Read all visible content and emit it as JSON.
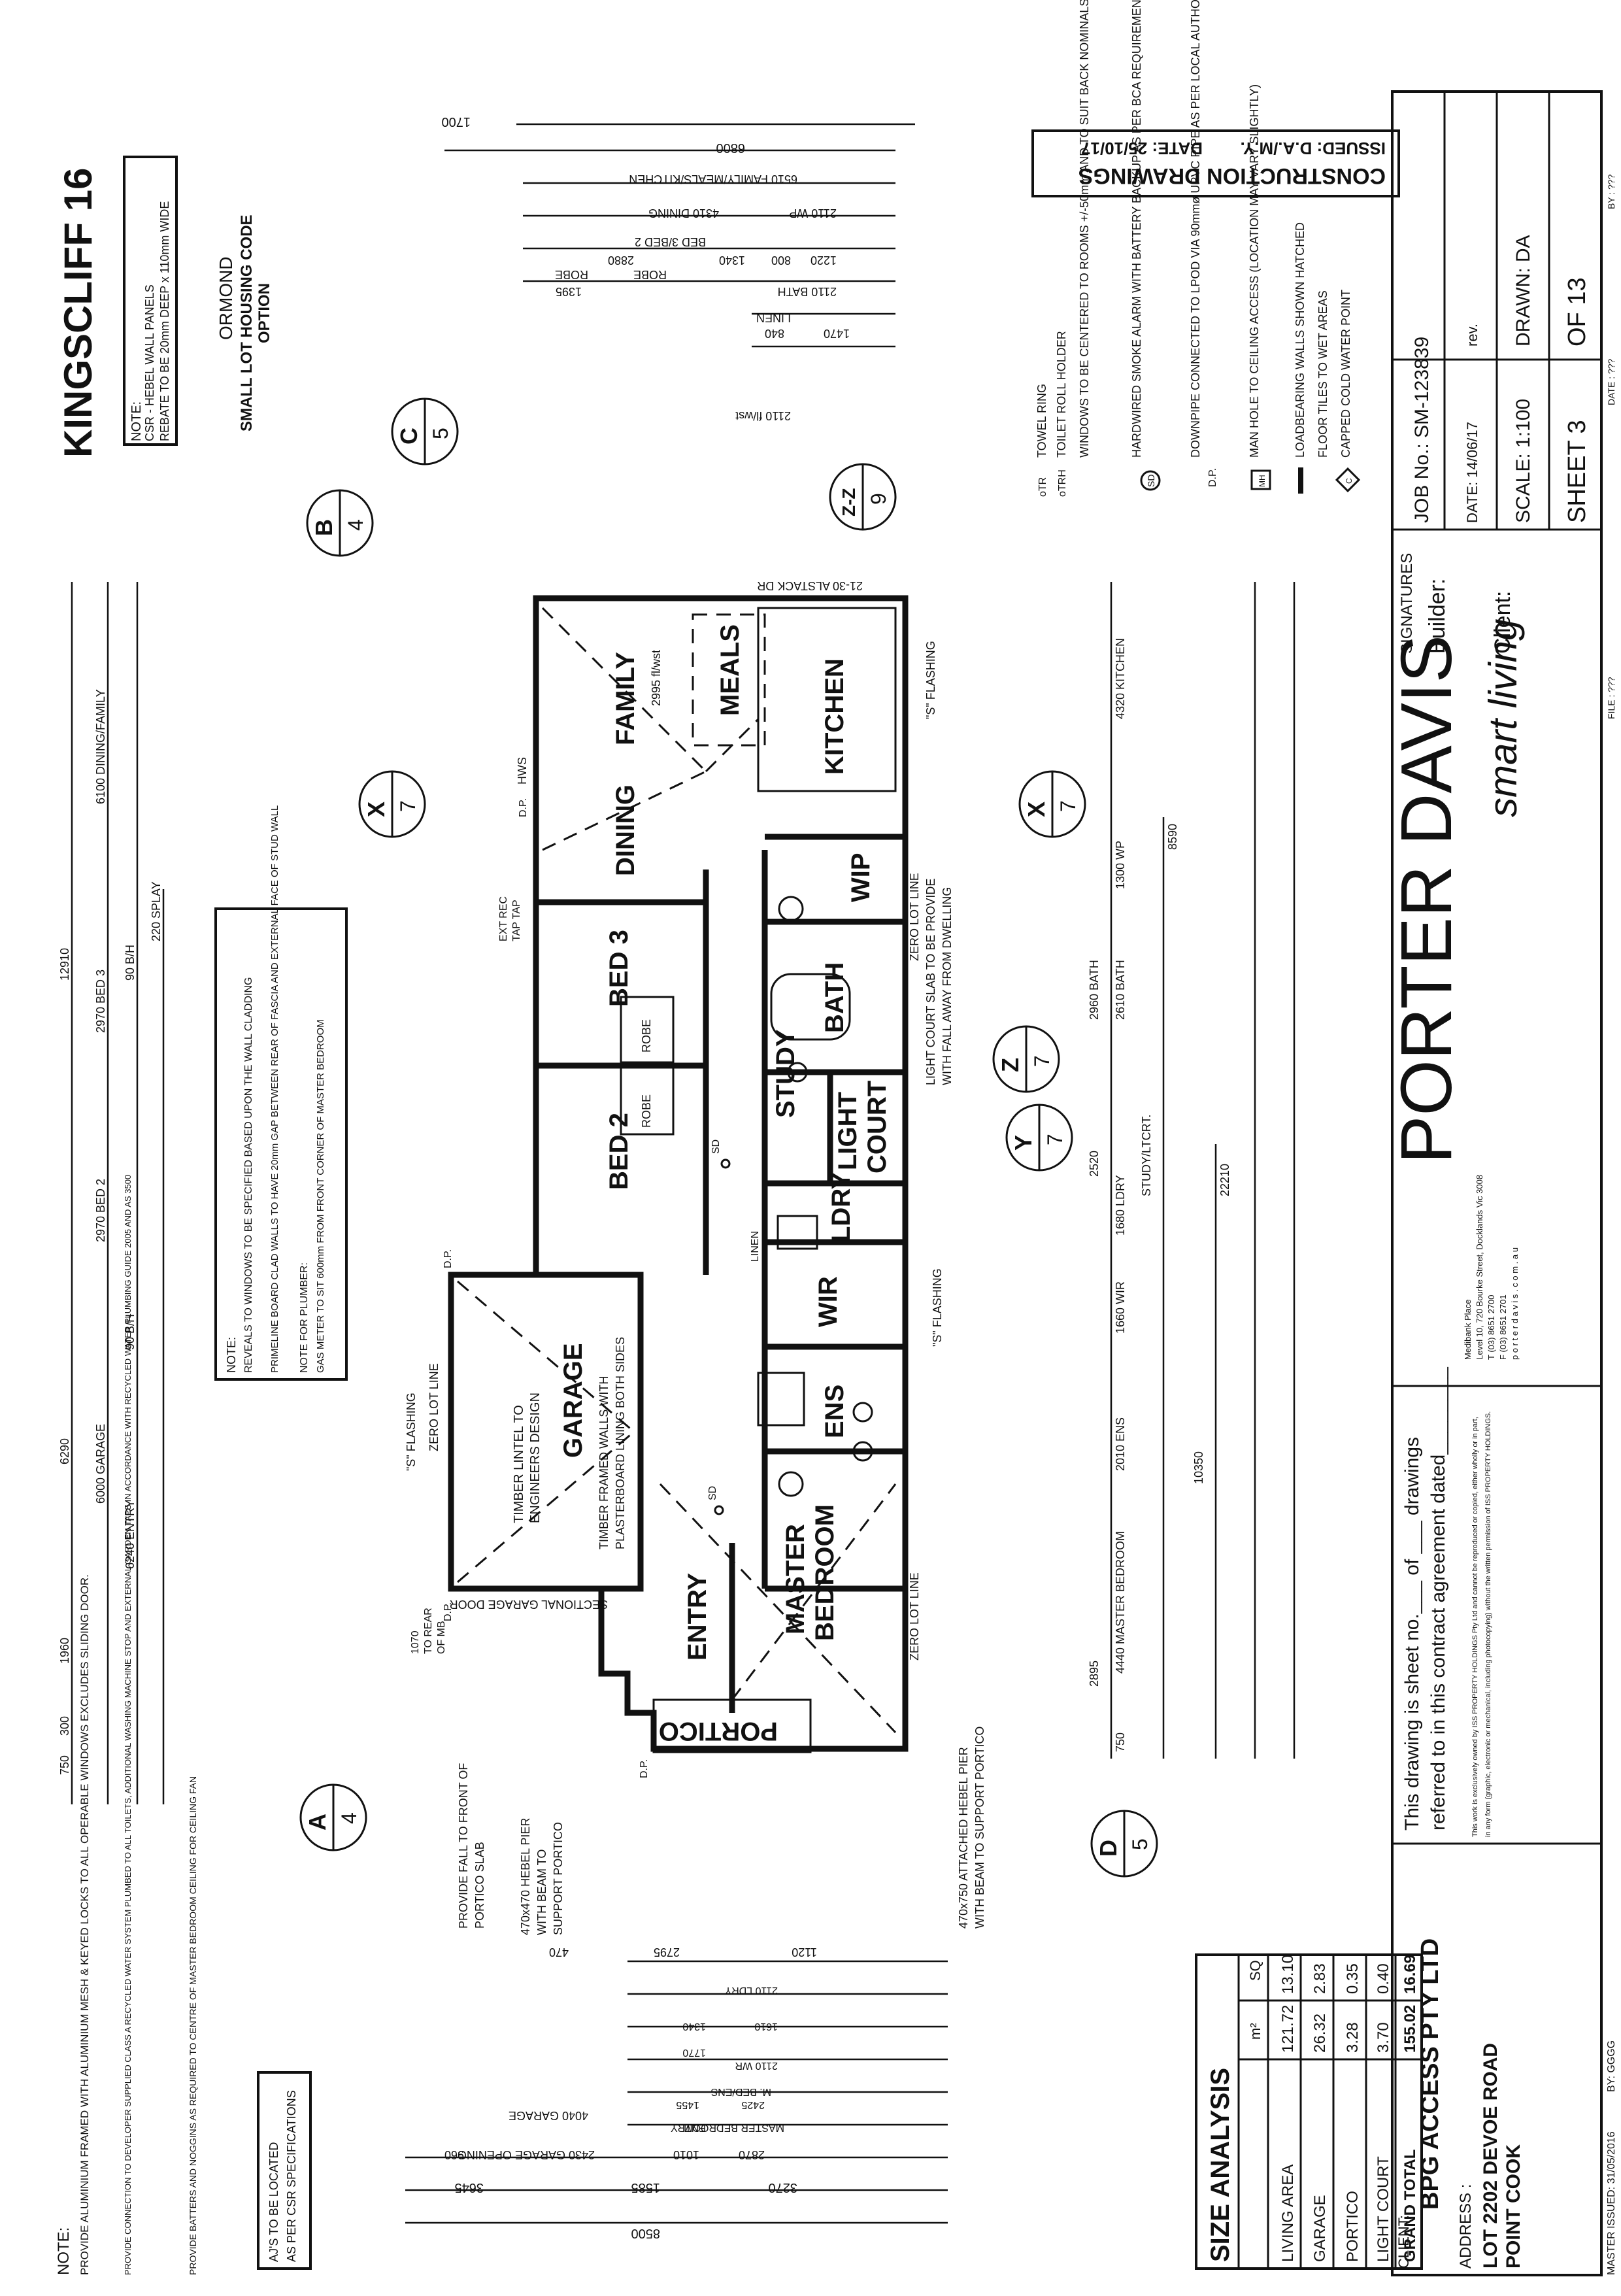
{
  "title": {
    "name": "KINGSCLIFF 16",
    "note_label": "NOTE:",
    "note_lines": [
      "CSR - HEBEL WALL PANELS",
      "REBATE TO BE 20mm DEEP x 110mm WIDE"
    ],
    "facade": "ORMOND",
    "code_line1": "SMALL LOT HOUSING CODE",
    "code_line2": "OPTION"
  },
  "issue": {
    "heading": "CONSTRUCTION DRAWINGS",
    "issued": "ISSUED: D.A./M.Y.",
    "date": "DATE: 25/10/17"
  },
  "legend": [
    {
      "sym": "oTR",
      "text": "TOWEL RING"
    },
    {
      "sym": "oTRH",
      "text": "TOILET ROLL HOLDER"
    },
    {
      "sym": "",
      "text": "WINDOWS TO BE CENTERED TO ROOMS +/-50mm AND TO SUIT BACK NOMINALS UNLESS DIMENSIONED"
    },
    {
      "sym": "SD",
      "text": "HARDWIRED SMOKE ALARM WITH BATTERY BACKUP AS PER BCA REQUIREMENTS"
    },
    {
      "sym": "D.P.",
      "text": "DOWNPIPE CONNECTED TO LPOD VIA 90mmø UPVC PIPE AS PER LOCAL AUTHORITIES REQUIREMENTS"
    },
    {
      "sym": "MH",
      "text": "MAN HOLE TO CEILING ACCESS (LOCATION MAY VARY SLIGHTLY)"
    },
    {
      "sym": "",
      "text": "LOADBEARING WALLS SHOWN HATCHED"
    },
    {
      "sym": "",
      "text": "FLOOR TILES TO WET AREAS"
    },
    {
      "sym": "C",
      "text": "CAPPED COLD WATER POINT"
    }
  ],
  "notes_left": {
    "heading": "NOTE:",
    "items": [
      "PROVIDE ALUMINIUM FRAMED WITH ALUMINIUM MESH & KEYED LOCKS TO ALL OPERABLE WINDOWS EXCLUDES SLIDING DOOR.",
      "PROVIDE CONNECTION TO DEVELOPER SUPPLIED CLASS A RECYCLED WATER SYSTEM PLUMBED TO ALL TOILETS, ADDITIONAL WASHING MACHINE STOP AND EXTERNAL GARDEN TAPS IN ACCORDANCE WITH RECYCLED WATER PLUMBING GUIDE 2005 AND AS 3500",
      "PROVIDE BATTERS AND NOGGINS AS REQUIRED TO CENTRE OF MASTER BEDROOM CEILING FOR CEILING FAN"
    ],
    "ajs": [
      "AJ'S TO BE LOCATED",
      "AS PER CSR SPECIFICATIONS"
    ]
  },
  "notes_mid": {
    "heading": "NOTE:",
    "items": [
      "REVEALS TO WINDOWS TO BE SPECIFIED BASED UPON THE WALL CLADDING",
      "PRIMELINE BOARD CLAD WALLS TO HAVE 20mm GAP BETWEEN REAR OF FASCIA AND EXTERNAL FACE OF STUD WALL"
    ],
    "plumber_heading": "NOTE FOR PLUMBER:",
    "plumber": "GAS METER TO SIT 600mm FROM FRONT CORNER OF MASTER BEDROOM"
  },
  "rooms": {
    "garage": "GARAGE",
    "entry": "ENTRY",
    "master": "MASTER",
    "bedroom": "BEDROOM",
    "portico": "PORTICO",
    "bed2": "BED 2",
    "bed3": "BED 3",
    "study": "STUDY",
    "light": "LIGHT",
    "court": "COURT",
    "bath": "BATH",
    "ens": "ENS",
    "wir": "WIR",
    "wip": "WIP",
    "ldry": "LDRY",
    "dining": "DINING",
    "family": "FAMILY",
    "kitchen": "KITCHEN",
    "meals": "MEALS",
    "robe": "ROBE",
    "linen": "LINEN"
  },
  "plan_labels": {
    "timber_lintel": [
      "TIMBER LINTEL TO",
      "ENGINEERS DESIGN"
    ],
    "timber_framed": [
      "TIMBER FRAMED WALLS WITH",
      "PLASTERBOARD LINING BOTH SIDES"
    ],
    "sectional_door": "SECTIONAL GARAGE DOOR",
    "zero_lot": "ZERO LOT LINE",
    "s_flashing": "\"S\" FLASHING",
    "provide_fall": [
      "PROVIDE FALL TO FRONT OF",
      "PORTICO SLAB"
    ],
    "hebel_pier": [
      "470x470 HEBEL PIER",
      "WITH BEAM TO",
      "SUPPORT PORTICO"
    ],
    "attached_pier": [
      "470x750 ATTACHED HEBEL PIER",
      "WITH BEAM TO SUPPORT PORTICO"
    ],
    "light_court_slab": [
      "LIGHT COURT SLAB TO BE PROVIDE",
      "WITH FALL AWAY FROM DWELLING"
    ],
    "alstack": "21-30 ALSTACK DR",
    "ext_rec": [
      "EXT REC",
      "TAP TAP"
    ],
    "hws": "HWS",
    "dp": "D.P.",
    "sd": "SD",
    "ceiling_dining": "2995 fl/wst",
    "window_stack": "2110 fl/wst",
    "to_rear": [
      "1070",
      "TO REAR",
      "OF MB"
    ]
  },
  "dims_left": {
    "overall": "8500",
    "d1": "3645",
    "d2": "1585",
    "d3": "3270",
    "garage_opening": "2430 GARAGE OPENING",
    "garage_depth": "4040 GARAGE",
    "master": "2870",
    "master_label": "MASTER BEDROOM",
    "entry": "ENTRY",
    "ens": "M. BED/ENS",
    "wr": "2110 WR",
    "ldry": "2110 LDRY",
    "r1": "1010",
    "r2": "2425",
    "r3": "1455",
    "r4": "1770",
    "r5": "1610",
    "r6": "1340",
    "r7": "960",
    "r8": "2795",
    "r9": "470",
    "r10": "1120"
  },
  "dims_right": {
    "overall": "6800",
    "d1": "1700",
    "family": "6510 FAMILY/MEALS/KITCHEN",
    "dining": "4310 DINING",
    "bed3": "BED 3/BED 2",
    "wp": "2110 WP",
    "bath": "2110 BATH",
    "linen": "LINEN",
    "robe": "ROBE",
    "r1": "2880",
    "r2": "1340",
    "r3": "1220",
    "r4": "800",
    "r5": "1395",
    "r6": "840",
    "r7": "1470"
  },
  "dims_top": {
    "d750": "750",
    "d300": "300",
    "d1960": "1960",
    "d6290": "6290",
    "d12910": "12910",
    "entry": "6240 ENTRY",
    "garage": "6000 GARAGE",
    "bed2": "2970 BED 2",
    "bed3": "2970 BED 3",
    "dining_family": "6100 DINING/FAMILY",
    "splay": "220 SPLAY",
    "bh1": "90 B/H",
    "bh2": "90 B/H"
  },
  "dims_bottom": {
    "d750": "750",
    "master": "4440 MASTER BEDROOM",
    "ens": "2010 ENS",
    "wir": "1660 WIR",
    "ldry": "1680 LDRY",
    "bath": "2610 BATH",
    "wp": "1300 WP",
    "kitchen": "4320 KITCHEN",
    "d2895": "2895",
    "d10350": "10350",
    "d2960": "2960 BATH",
    "d2520": "2520",
    "study": "STUDY/LTCRT.",
    "d8590": "8590",
    "d22210": "22210"
  },
  "sections": [
    {
      "letter": "A",
      "num": "4"
    },
    {
      "letter": "B",
      "num": "4"
    },
    {
      "letter": "C",
      "num": "5"
    },
    {
      "letter": "D",
      "num": "5"
    },
    {
      "letter": "X",
      "num": "7"
    },
    {
      "letter": "X",
      "num": "7"
    },
    {
      "letter": "Y",
      "num": "7"
    },
    {
      "letter": "Z",
      "num": "7"
    },
    {
      "letter": "Z-Z",
      "num": "9"
    }
  ],
  "size_analysis": {
    "heading": "SIZE ANALYSIS",
    "col_m2": "m²",
    "col_sq": "SQ",
    "rows": [
      {
        "name": "LIVING AREA",
        "m2": "121.72",
        "sq": "13.10"
      },
      {
        "name": "GARAGE",
        "m2": "26.32",
        "sq": "2.83"
      },
      {
        "name": "PORTICO",
        "m2": "3.28",
        "sq": "0.35"
      },
      {
        "name": "LIGHT COURT",
        "m2": "3.70",
        "sq": "0.40"
      },
      {
        "name": "GRAND TOTAL",
        "m2": "155.02",
        "sq": "16.69"
      }
    ]
  },
  "client": {
    "label": "CLIENT:",
    "name": "BPG ACCESS PTY LTD",
    "address_label": "ADDRESS :",
    "address1": "LOT 2202 DEVOE ROAD",
    "address2": "POINT COOK",
    "issued": "MASTER ISSUED: 31/05/2016",
    "by": "BY: GGGG"
  },
  "contract": {
    "line1": "This drawing is sheet no.___ of ___ drawings",
    "line2": "referred to in this contract agreement dated________",
    "copyright1": "This work is exclusively owned by ISS PROPERTY HOLDINGS Pty Ltd and cannot be reproduced or copied, either wholly or in part,",
    "copyright2": "in any form (graphic, electronic or mechanical, including photocopying) without the written permission of ISS PROPERTY HOLDINGS."
  },
  "company": {
    "name": "PORTER DAVIS",
    "tagline": "smart living",
    "address1": "Medibank Place",
    "address2": "Level 10, 720 Bourke Street, Docklands Vic 3008",
    "phone": "T (03) 8651 2700",
    "fax": "F (03) 8651 2701",
    "web": "p o r t e r d a v i s . c o m . a u"
  },
  "signatures": {
    "heading": "SIGNATURES",
    "builder": "Builder:",
    "client": "Client:"
  },
  "job": {
    "job_no": "JOB No.:  SM-123839",
    "date": "DATE: 14/06/17",
    "rev": "rev.",
    "scale": "SCALE: 1:100",
    "drawn": "DRAWN: DA",
    "sheet": "SHEET  3",
    "of": "OF  13",
    "file": "FILE : ???",
    "date2": "DATE : ???",
    "by": "BY : ???"
  },
  "colors": {
    "ink": "#111111",
    "accent": "#c0143c"
  }
}
